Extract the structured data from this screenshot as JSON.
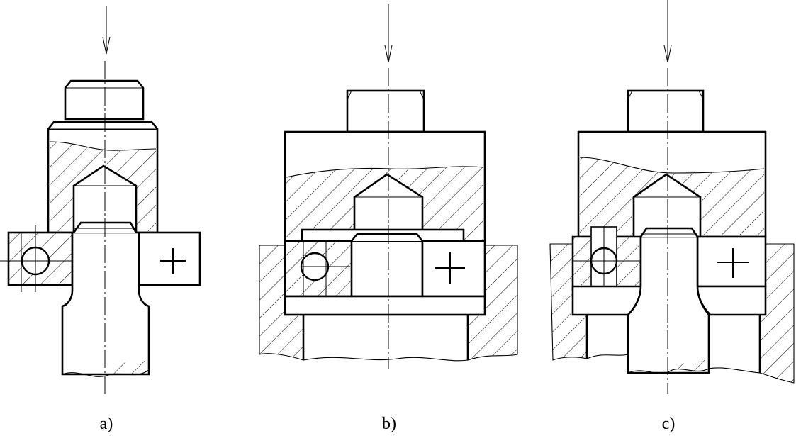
{
  "figure": {
    "subfigures": [
      {
        "id": "a",
        "caption": "a)"
      },
      {
        "id": "b",
        "caption": "b)"
      },
      {
        "id": "c",
        "caption": "c)"
      }
    ],
    "colors": {
      "line": "#000000",
      "background": "#ffffff"
    }
  }
}
